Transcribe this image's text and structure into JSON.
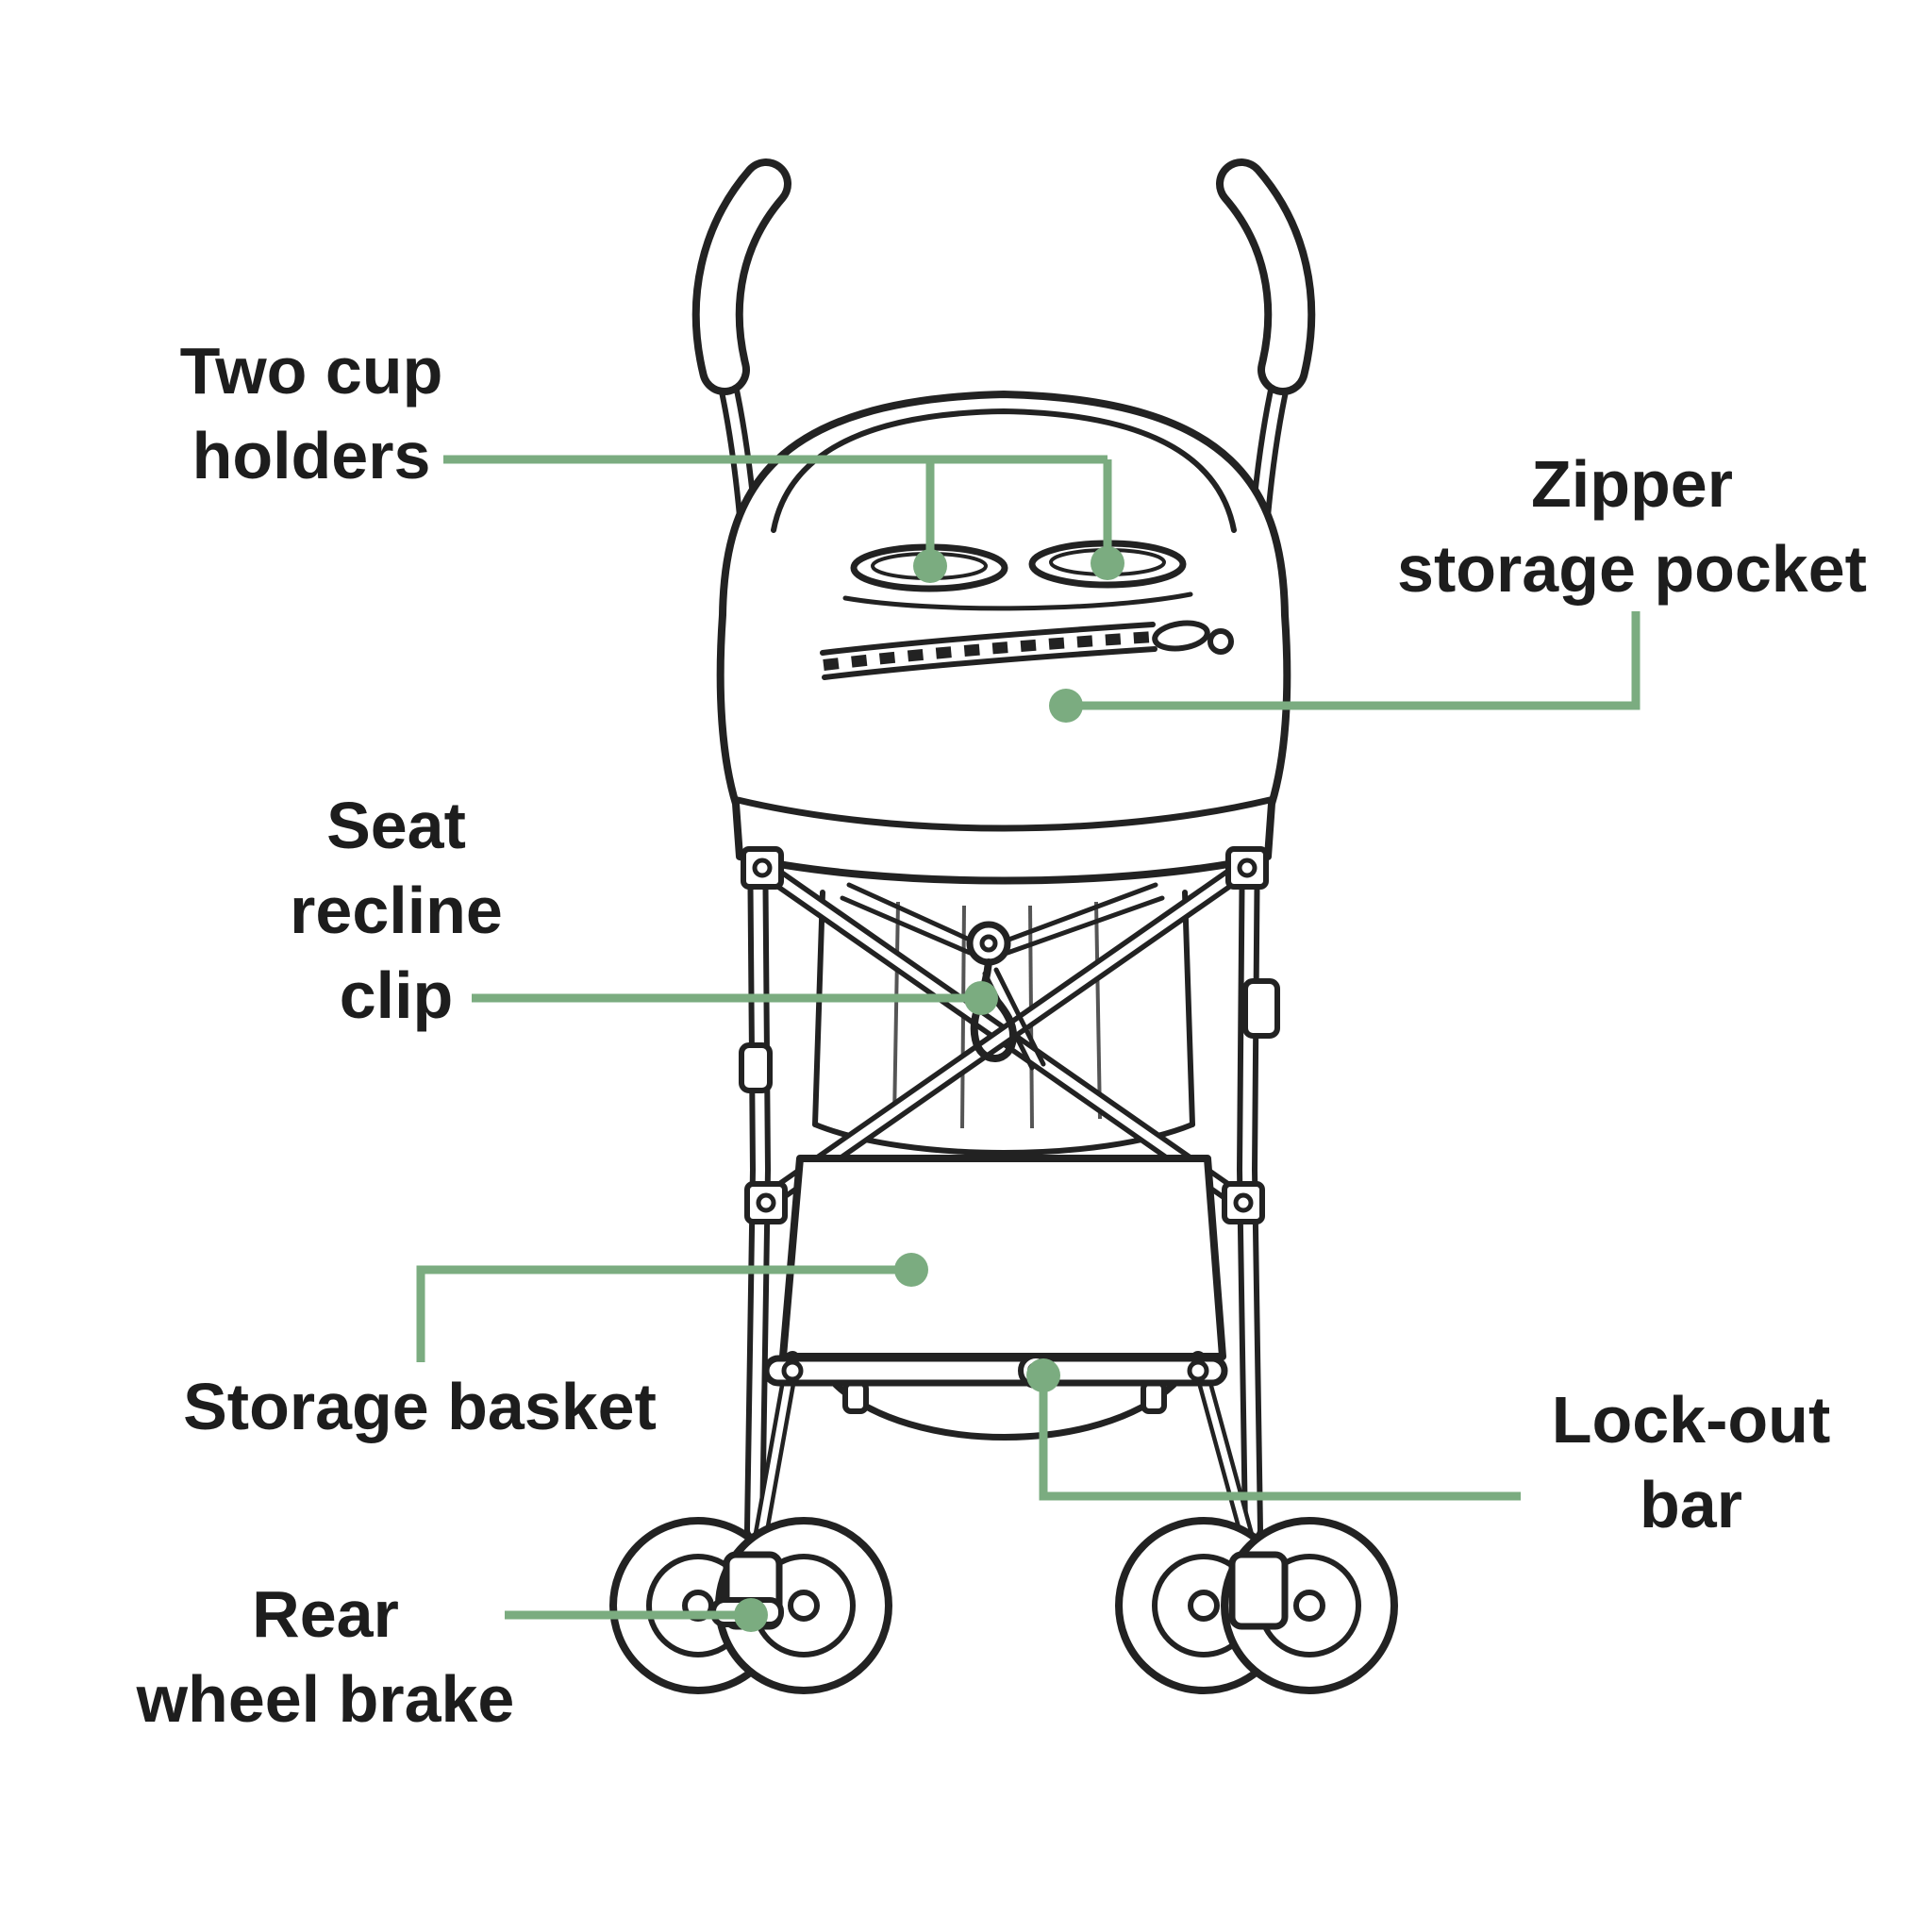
{
  "diagram": {
    "type": "labeled-diagram",
    "subject": "umbrella-stroller-rear-view-line-drawing",
    "accent_color": "#7bac80",
    "ink_color": "#222222",
    "background_color": "#ffffff",
    "labels": {
      "cup_holders": {
        "line1": "Two cup",
        "line2": "holders"
      },
      "zipper_pocket": {
        "line1": "Zipper",
        "line2": "storage pocket"
      },
      "seat_recline_clip": {
        "line1": "Seat",
        "line2": "recline",
        "line3": "clip"
      },
      "storage_basket": {
        "line1": "Storage basket"
      },
      "lock_out_bar": {
        "line1": "Lock-out",
        "line2": "bar"
      },
      "rear_wheel_brake": {
        "line1": "Rear",
        "line2": "wheel brake"
      }
    }
  }
}
